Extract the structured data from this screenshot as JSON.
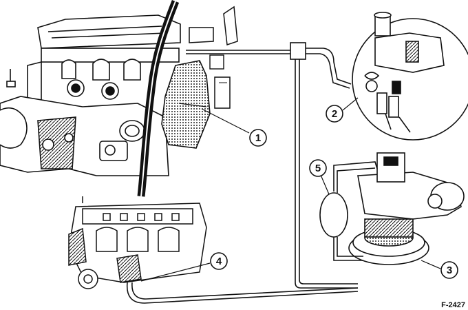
{
  "figure": {
    "code": "F-2427",
    "callouts": [
      {
        "id": "1",
        "label": "1"
      },
      {
        "id": "2",
        "label": "2"
      },
      {
        "id": "3",
        "label": "3"
      },
      {
        "id": "4",
        "label": "4"
      },
      {
        "id": "5",
        "label": "5"
      }
    ]
  },
  "colors": {
    "ink": "#111111",
    "paper": "#ffffff",
    "shade": "#9a9a9a"
  }
}
